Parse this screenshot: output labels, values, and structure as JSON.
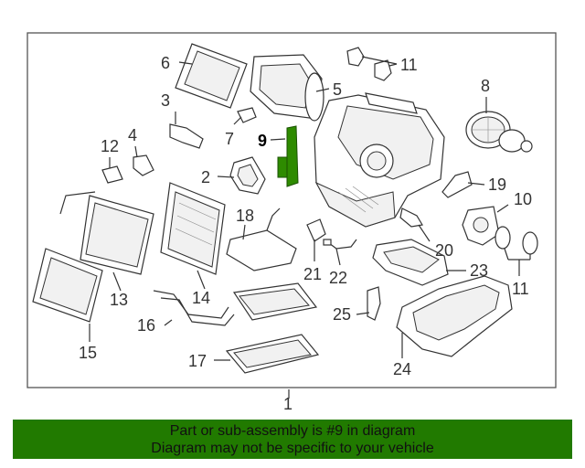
{
  "diagram": {
    "callouts": {
      "c1": "1",
      "c2": "2",
      "c3": "3",
      "c4": "4",
      "c5": "5",
      "c6": "6",
      "c7": "7",
      "c8": "8",
      "c9": "9",
      "c10": "10",
      "c11a": "11",
      "c11b": "11",
      "c12": "12",
      "c13": "13",
      "c14": "14",
      "c15": "15",
      "c16": "16",
      "c17": "17",
      "c18": "18",
      "c19": "19",
      "c20": "20",
      "c21": "21",
      "c22": "22",
      "c23": "23",
      "c24": "24",
      "c25": "25"
    },
    "highlight_color": "#217a00"
  },
  "banner": {
    "line1": "Part or sub-assembly is #9 in diagram",
    "line2": "Diagram may not be specific to your vehicle",
    "background": "#217a00"
  }
}
